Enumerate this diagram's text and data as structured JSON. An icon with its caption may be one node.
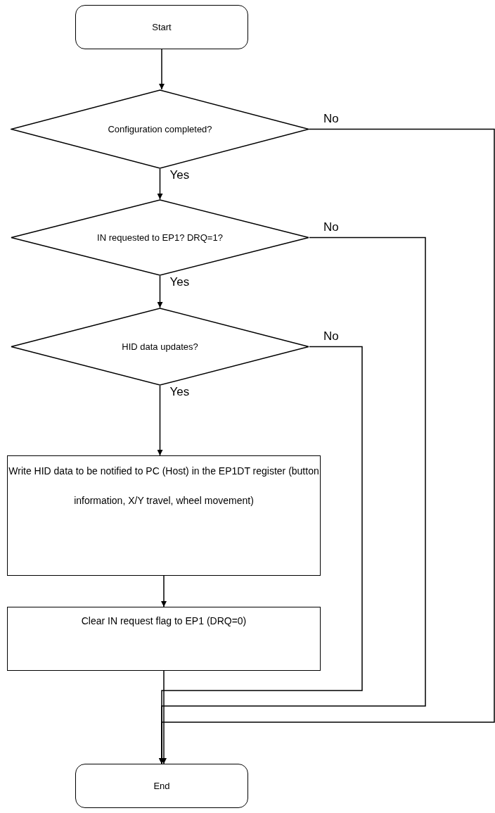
{
  "diagram": {
    "nodes": [
      {
        "text": [
          "Start"
        ]
      },
      {
        "text": [
          "Configuration completed?"
        ]
      },
      {
        "text": [
          "IN requested to EP1? DRQ=1?"
        ]
      },
      {
        "text": [
          "HID data updates?"
        ]
      },
      {
        "text": [
          "Write HID data to be notified to PC (Host) in the EP1DT register (button information, X/Y travel, wheel movement)"
        ]
      },
      {
        "text": [
          "Clear IN request flag to EP1 (DRQ=0)"
        ]
      },
      {
        "text": [
          "End"
        ]
      }
    ],
    "edges": [
      {
        "from": 0,
        "to": 1,
        "arrow": "to"
      },
      {
        "from": 1,
        "to": 2,
        "arrow": "to",
        "label": "Yes"
      },
      {
        "from": 2,
        "to": 3,
        "arrow": "to",
        "label": "Yes"
      },
      {
        "from": 3,
        "to": 4,
        "arrow": "to",
        "label": "Yes"
      },
      {
        "from": 4,
        "to": 5,
        "arrow": "to"
      },
      {
        "from": 5,
        "to": 6,
        "arrow": "to"
      },
      {
        "from": 3,
        "to": 6,
        "arrow": "to",
        "label": "No"
      },
      {
        "from": 2,
        "to": 6,
        "arrow": "to",
        "label": "No"
      },
      {
        "from": 1,
        "to": 6,
        "arrow": "to",
        "label": "No"
      }
    ]
  }
}
